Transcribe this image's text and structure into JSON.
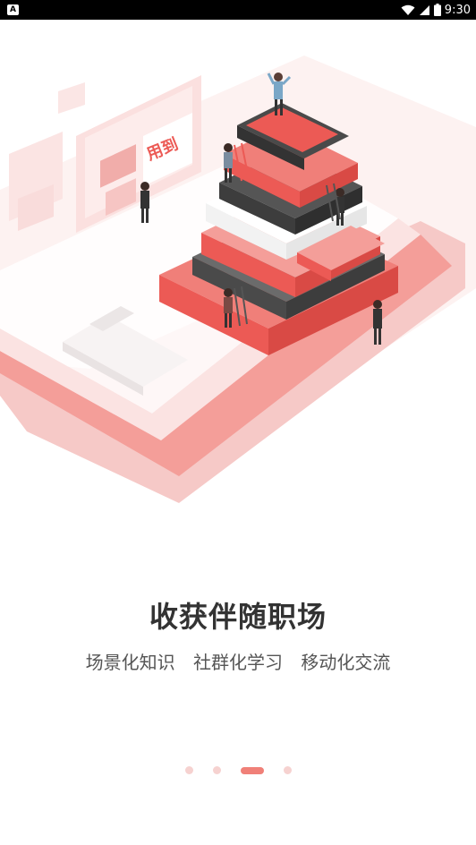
{
  "status_bar": {
    "notification_icon": "a-letter-icon",
    "time": "9:30",
    "icons": [
      "wifi-icon",
      "signal-icon",
      "battery-icon"
    ]
  },
  "illustration": {
    "board_label": "用到",
    "colors": {
      "accent": "#ec5a55",
      "light_pink": "#fbe3e2",
      "dark_gray": "#4a4a4a"
    }
  },
  "content": {
    "headline": "收获伴随职场",
    "subtitle": [
      "场景化知识",
      "社群化学习",
      "移动化交流"
    ]
  },
  "pager": {
    "total": 4,
    "active_index": 2
  }
}
